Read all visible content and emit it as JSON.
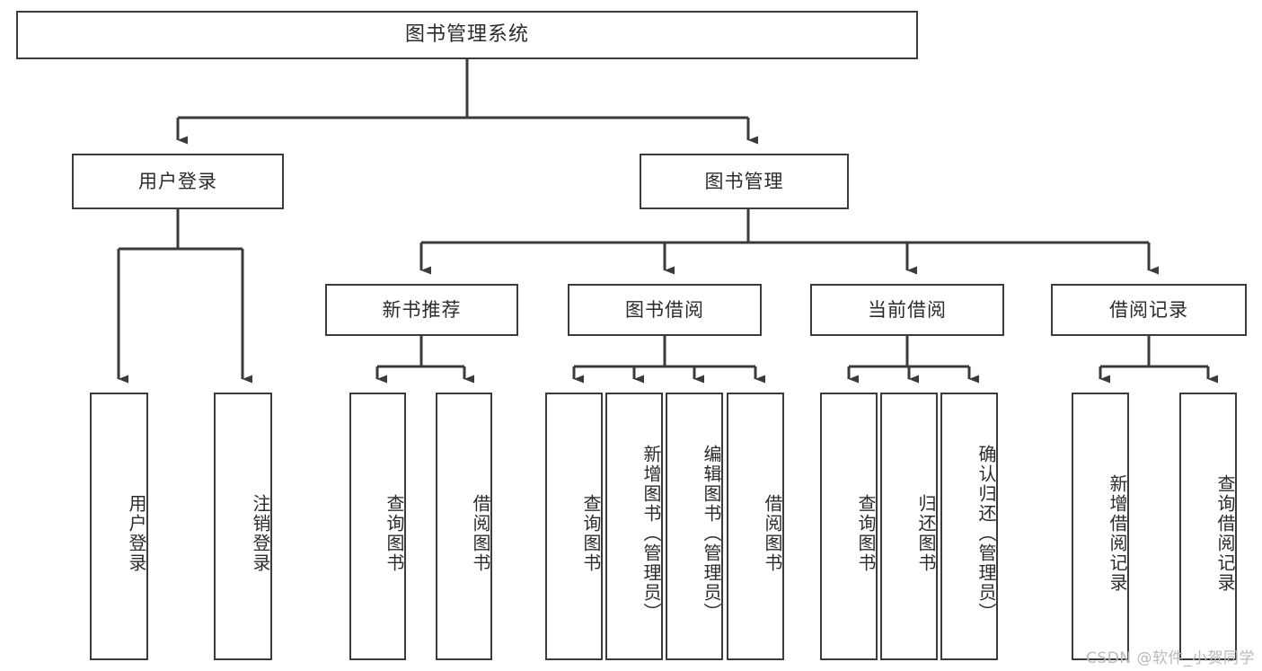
{
  "diagram": {
    "type": "tree",
    "title": "图书管理系统",
    "orientation": "top-down",
    "colors": {
      "background": "#ffffff",
      "node_fill": "#ffffff",
      "node_border": "#3b3b3b",
      "edge": "#3b3b3b",
      "text": "#2b2b2b",
      "watermark": "#b9b9b9"
    },
    "root": {
      "label": "图书管理系统"
    },
    "level2": [
      {
        "label": "用户登录"
      },
      {
        "label": "图书管理"
      }
    ],
    "level3": [
      {
        "label": "新书推荐"
      },
      {
        "label": "图书借阅"
      },
      {
        "label": "当前借阅"
      },
      {
        "label": "借阅记录"
      }
    ],
    "leaves": {
      "user_login": [
        {
          "label": "用户登录"
        },
        {
          "label": "注销登录"
        }
      ],
      "new_book_recommend": [
        {
          "label": "查询图书"
        },
        {
          "label": "借阅图书"
        }
      ],
      "book_borrow": [
        {
          "label": "查询图书"
        },
        {
          "label": "新增图书（管理员）"
        },
        {
          "label": "编辑图书（管理员）"
        },
        {
          "label": "借阅图书"
        }
      ],
      "current_borrow": [
        {
          "label": "查询图书"
        },
        {
          "label": "归还图书"
        },
        {
          "label": "确认归还（管理员）"
        }
      ],
      "borrow_record": [
        {
          "label": "新增借阅记录"
        },
        {
          "label": "查询借阅记录"
        }
      ]
    }
  },
  "watermark": {
    "text": "CSDN @软件_小贺同学"
  }
}
